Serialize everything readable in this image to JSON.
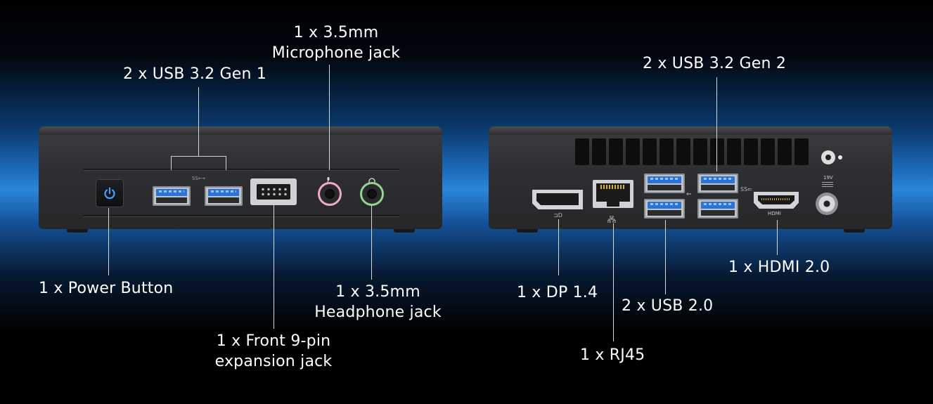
{
  "front": {
    "labels": {
      "usb_gen1": "2 x USB 3.2 Gen 1",
      "mic_line1": "1 x 3.5mm",
      "mic_line2": "Microphone jack",
      "power": "1 x Power Button",
      "headphone_line1": "1 x 3.5mm",
      "headphone_line2": "Headphone jack",
      "front_pin_line1": "1 x Front 9-pin",
      "front_pin_line2": "expansion jack"
    },
    "usb_marking": "SS⟷"
  },
  "back": {
    "labels": {
      "usb_gen2": "2 x USB 3.2 Gen 2",
      "hdmi": "1 x HDMI 2.0",
      "dp": "1 x DP 1.4",
      "usb2": "2 x USB 2.0",
      "rj45": "1 x RJ45"
    },
    "hdmi_marking": "HDMI",
    "dc_marking": "19V"
  },
  "colors": {
    "usb_blue": "#2a73d8",
    "power_led": "#3fa0ff",
    "mic_ring": "#f1a7c6",
    "headphone_ring": "#8fd68e"
  }
}
